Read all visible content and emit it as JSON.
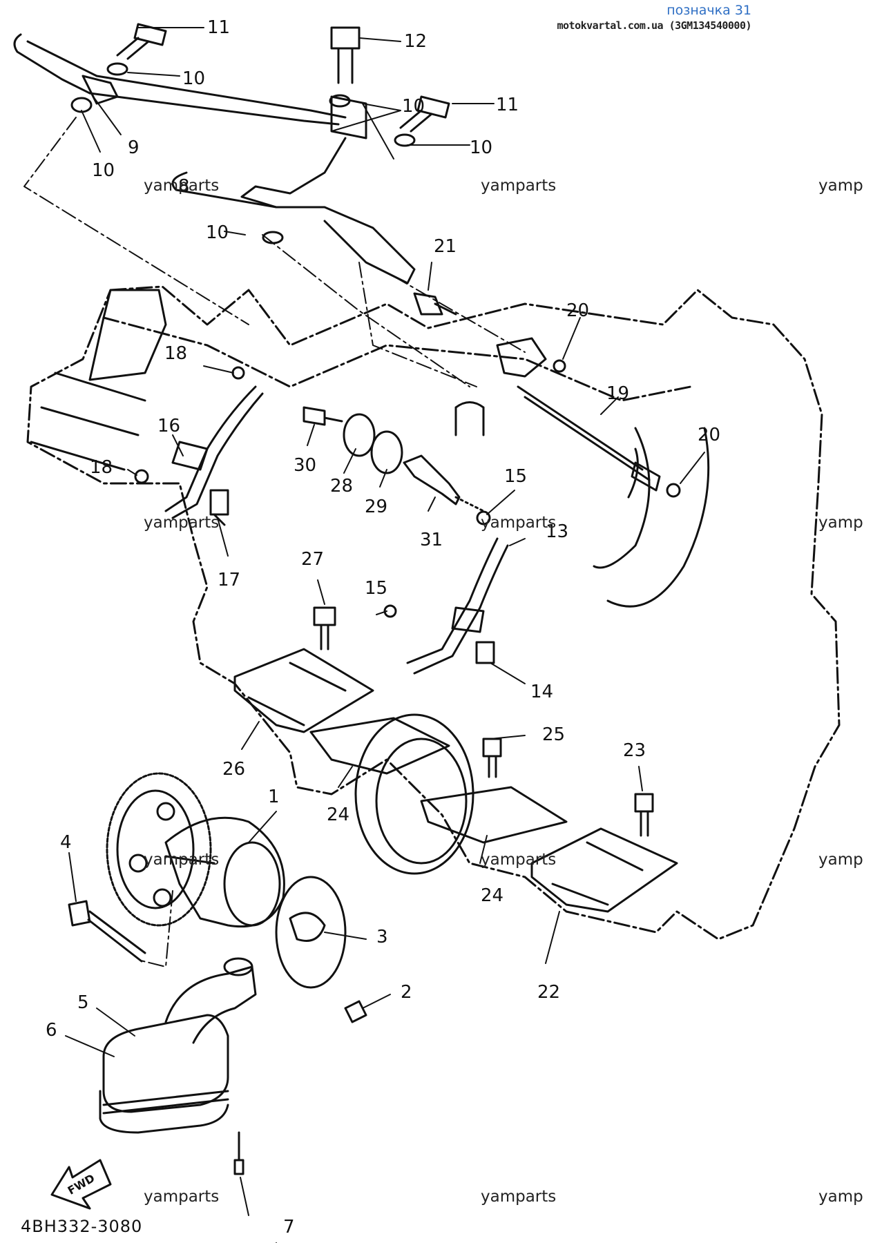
{
  "header": {
    "title": "позначка 31",
    "source": "motokvartal.com.ua (3GM134540000)"
  },
  "watermark": "yamparts",
  "watermark_cut": "yamp",
  "diagram_code": "4BH332-3080",
  "fwd_label": "FWD",
  "callouts": [
    "1",
    "2",
    "3",
    "4",
    "5",
    "6",
    "7",
    "8",
    "9",
    "10",
    "11",
    "12",
    "13",
    "14",
    "15",
    "16",
    "17",
    "18",
    "19",
    "20",
    "21",
    "22",
    "23",
    "24",
    "25",
    "26",
    "27",
    "28",
    "29",
    "30",
    "31"
  ],
  "colors": {
    "ink": "#111111",
    "header_blue": "#2f6fc4"
  }
}
